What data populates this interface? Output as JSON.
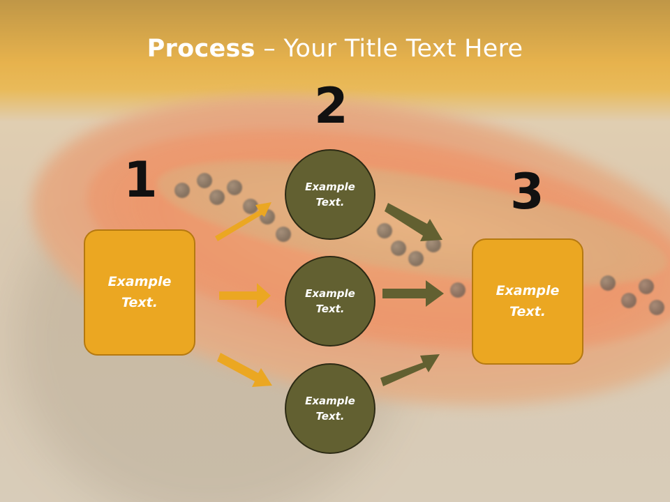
{
  "title": {
    "bold": "Process",
    "rest": " – Your Title Text Here"
  },
  "steps": [
    {
      "number": "1",
      "text": "Example\nText."
    },
    {
      "number": "2",
      "text": [
        "Example\nText.",
        "Example\nText.",
        "Example\nText."
      ]
    },
    {
      "number": "3",
      "text": "Example\nText."
    }
  ],
  "colors": {
    "box_fill": "#eba722",
    "circle_fill": "#626031",
    "orange_arrow": "#eba722",
    "olive_arrow": "#626031"
  }
}
